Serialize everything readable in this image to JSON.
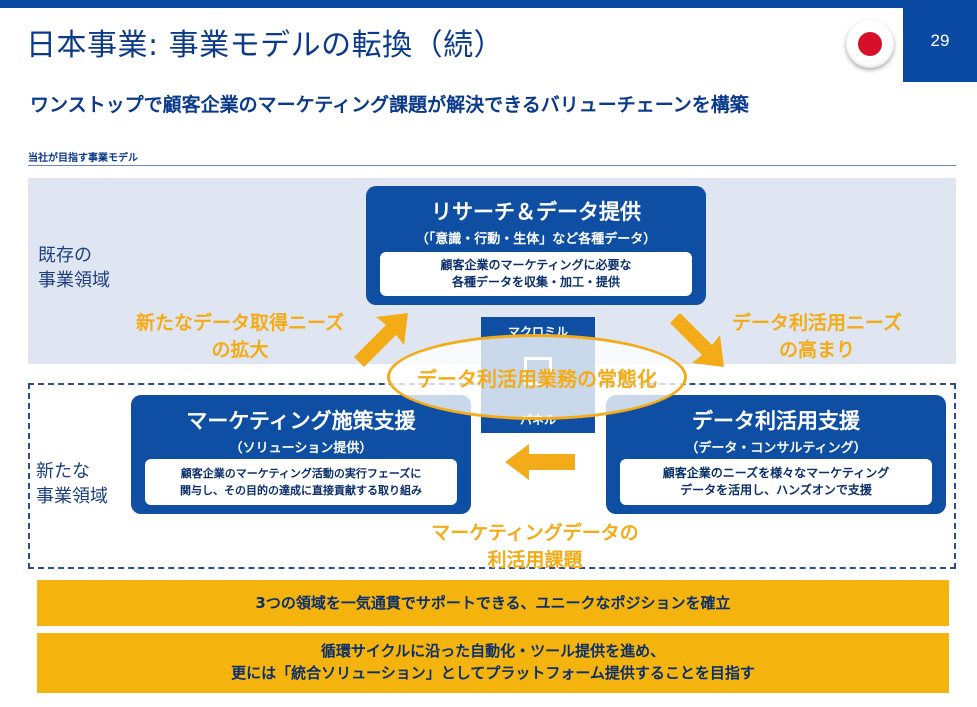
{
  "header": {
    "title": "日本事業: 事業モデルの転換（続）",
    "subtitle": "ワンストップで顧客企業のマーケティング課題が解決できるバリューチェーンを構築",
    "page_number": "29"
  },
  "section": {
    "label": "当社が目指す事業モデル"
  },
  "areas": {
    "existing": [
      "既存の",
      "事業領域"
    ],
    "new": [
      "新たな",
      "事業領域"
    ]
  },
  "boxes": {
    "research": {
      "title": "リサーチ＆データ提供",
      "subtitle": "（「意識・行動・生体」など各種データ）",
      "body": [
        "顧客企業のマーケティングに必要な",
        "各種データを収集・加工・提供"
      ]
    },
    "marketing": {
      "title": "マーケティング施策支援",
      "subtitle": "（ソリューション提供）",
      "body": [
        "顧客企業のマーケティング活動の実行フェーズに",
        "関与し、その目的の達成に直接貢献する取り組み"
      ]
    },
    "data_use": {
      "title": "データ利活用支援",
      "subtitle": "（データ・コンサルティング）",
      "body": [
        "顧客企業のニーズを様々なマーケティング",
        "データを活用し、ハンズオンで支援"
      ]
    }
  },
  "flow_labels": {
    "left": [
      "新たなデータ取得ニーズ",
      "の拡大"
    ],
    "right": [
      "データ利活用ニーズ",
      "の高まり"
    ],
    "bottom": [
      "マーケティングデータの",
      "利活用課題"
    ]
  },
  "center": {
    "panel_top": "マクロミル",
    "panel_bottom": "パネル",
    "ellipse": "データ利活用業務の常態化"
  },
  "banners": {
    "one": "3つの領域を一気通貫でサポートできる、ユニークなポジションを確立",
    "two": [
      "循環サイクルに沿った自動化・ツール提供を進め、",
      "更には「統合ソリューション」としてプラットフォーム提供することを目指す"
    ]
  },
  "colors": {
    "brand_blue": "#0e4fa4",
    "accent_orange": "#f3ac18",
    "banner_yellow": "#f4b30d",
    "flag_red": "#d7102a"
  }
}
